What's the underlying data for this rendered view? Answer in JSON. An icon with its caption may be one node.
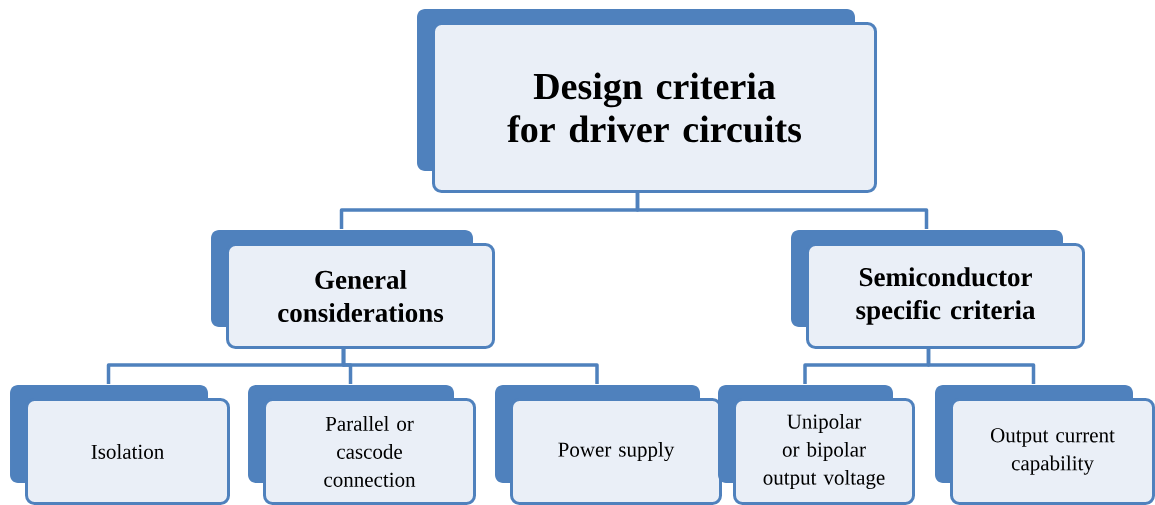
{
  "diagram": {
    "nodes": [
      {
        "text": [
          "Design criteria for driver circuits"
        ]
      },
      {
        "text": [
          "General considerations"
        ]
      },
      {
        "text": [
          "Semiconductor specific criteria"
        ]
      },
      {
        "text": [
          "Isolation"
        ]
      },
      {
        "text": [
          "Parallel or cascode connection"
        ]
      },
      {
        "text": [
          "Power supply"
        ]
      },
      {
        "text": [
          "Unipolar or bipolar output voltage"
        ]
      },
      {
        "text": [
          "Output current capability"
        ]
      }
    ],
    "edges": [
      {
        "from": 0,
        "to": 1,
        "arrow": "none"
      },
      {
        "from": 0,
        "to": 2,
        "arrow": "none"
      },
      {
        "from": 1,
        "to": 3,
        "arrow": "none"
      },
      {
        "from": 1,
        "to": 4,
        "arrow": "none"
      },
      {
        "from": 1,
        "to": 5,
        "arrow": "none"
      },
      {
        "from": 2,
        "to": 6,
        "arrow": "none"
      },
      {
        "from": 2,
        "to": 7,
        "arrow": "none"
      }
    ]
  }
}
